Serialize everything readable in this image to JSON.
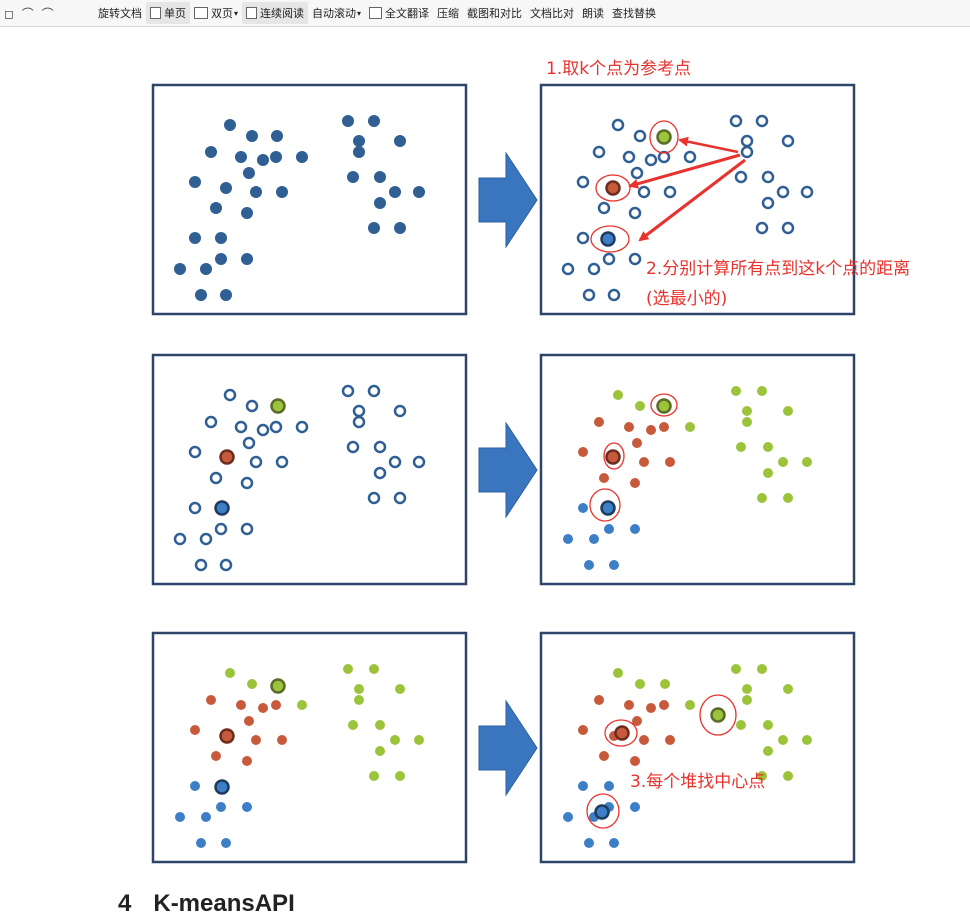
{
  "toolbar": {
    "left_icons": "◻ ⌒ ⌒",
    "items": [
      {
        "label": "旋转文档",
        "icon": "rotate-icon"
      },
      {
        "label": "单页",
        "icon": "single-page-icon",
        "active": true
      },
      {
        "label": "双页",
        "icon": "double-page-icon",
        "dropdown": true
      },
      {
        "label": "连续阅读",
        "icon": "continuous-read-icon",
        "active": true
      },
      {
        "label": "自动滚动",
        "dropdown": true
      },
      {
        "label": "全文翻译",
        "icon": "translate-icon"
      },
      {
        "label": "压缩"
      },
      {
        "label": "截图和对比"
      },
      {
        "label": "文档比对"
      },
      {
        "label": "朗读"
      },
      {
        "label": "查找替换"
      }
    ]
  },
  "annotations": {
    "step1": "1.取k个点为参考点",
    "step2_line1": "2.分别计算所有点到这k个点的距离",
    "step2_line2": "(选最小的)",
    "step3": "3.每个堆找中心点"
  },
  "heading": {
    "number": "4",
    "title": "K-meansAPI"
  },
  "colors": {
    "panel_border": "#2e4469",
    "arrow": "#3a76bf",
    "dark_blue_point": "#2f5f93",
    "blue_point": "#3c7fc7",
    "red_point": "#c85a3c",
    "green_point": "#9cc43a",
    "annotation_red": "#e8322d"
  }
}
